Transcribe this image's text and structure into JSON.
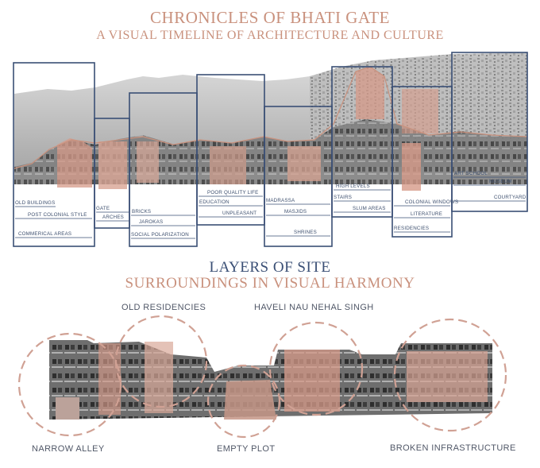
{
  "header": {
    "title_line1": "CHRONICLES OF BHATI GATE",
    "title_line2": "A VISUAL TIMELINE OF ARCHITECTURE AND CULTURE"
  },
  "timeline_panels": [
    {
      "id": "p1",
      "labels": [
        "OLD BUILDINGS",
        "POST COLONIAL STYLE",
        "COMMERICAL AREAS"
      ]
    },
    {
      "id": "p2",
      "labels": [
        "GATE",
        "ARCHES"
      ]
    },
    {
      "id": "p3",
      "labels": [
        "BRICKS",
        "JAROKAS",
        "SOCIAL POLARIZATION"
      ]
    },
    {
      "id": "p4",
      "labels": [
        "POOR QUALITY LIFE",
        "EDUCATION",
        "UNPLEASANT"
      ]
    },
    {
      "id": "p5",
      "labels": [
        "MADRASSA",
        "MASJIDS",
        "SHRINES"
      ]
    },
    {
      "id": "p6",
      "labels": [
        "HIGH LEVELS",
        "STAIRS",
        "SLUM AREAS"
      ]
    },
    {
      "id": "p7",
      "labels": [
        "COLONIAL WINDOWS",
        "LITERATURE",
        "RESIDENCIES"
      ]
    },
    {
      "id": "p8",
      "labels": [
        "ART SCHOOL",
        "MUSEUM",
        "COURTYARD"
      ]
    }
  ],
  "section2": {
    "title_line1": "LAYERS OF SITE",
    "title_line2": "SURROUNDINGS IN VISUAL HARMONY"
  },
  "layers": [
    {
      "id": "c1",
      "label": "NARROW ALLEY"
    },
    {
      "id": "c2",
      "label": "OLD  RESIDENCIES"
    },
    {
      "id": "c3",
      "label": "EMPTY PLOT"
    },
    {
      "id": "c4",
      "label": "HAVELI NAU NEHAL SINGH"
    },
    {
      "id": "c5",
      "label": "BROKEN INFRASTRUCTURE"
    }
  ],
  "colors": {
    "accent_pink": "#c9917d",
    "navy": "#3a4f75",
    "label_text": "#3d4f6e",
    "overlay_pink": "#d69a88"
  }
}
